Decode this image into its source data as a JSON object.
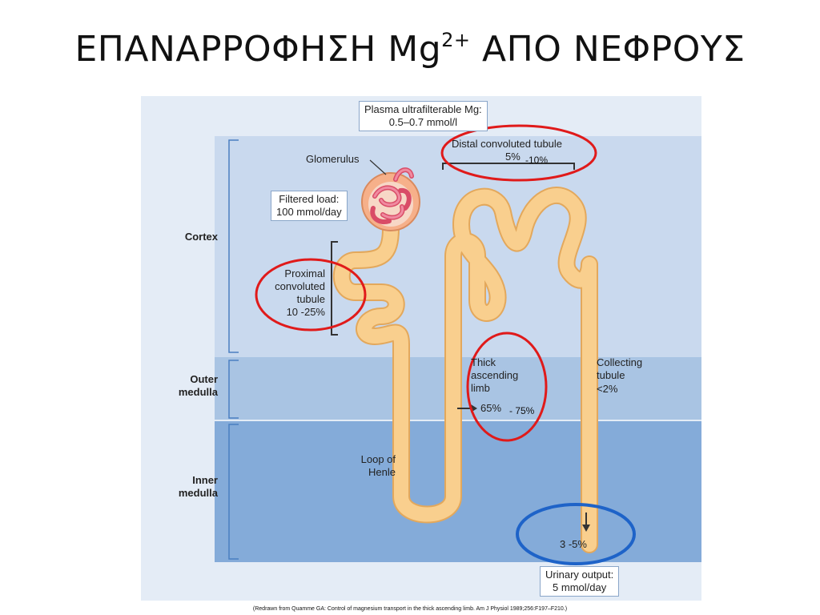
{
  "title": {
    "main": "ΕΠΑΝΑΡΡΟΦΗΣΗ Mg",
    "sup": "2+",
    "tail": " ΑΠΟ ΝΕΦΡΟΥΣ"
  },
  "zones": {
    "cortex": "Cortex",
    "outer_1": "Outer",
    "outer_2": "medulla",
    "inner_1": "Inner",
    "inner_2": "medulla"
  },
  "plasma_box": {
    "line1": "Plasma ultrafilterable Mg:",
    "line2": "0.5–0.7 mmol/l"
  },
  "filtered_box": {
    "line1": "Filtered load:",
    "line2": "100 mmol/day"
  },
  "urinary_box": {
    "line1": "Urinary output:",
    "line2": "5 mmol/day"
  },
  "glomerulus": "Glomerulus",
  "distal": {
    "label": "Distal convoluted tubule",
    "pct_printed": "5%",
    "pct_added": "-10%"
  },
  "proximal": {
    "line1": "Proximal",
    "line2": "convoluted",
    "line3": "tubule",
    "pct_prefix": "10 -",
    "pct": "25%"
  },
  "thick": {
    "line1": "Thick",
    "line2": "ascending",
    "line3": "limb",
    "pct": "65%",
    "pct_added": "- 75%"
  },
  "collecting": {
    "line1": "Collecting",
    "line2": "tubule",
    "pct": "<2%"
  },
  "loop": {
    "line1": "Loop of",
    "line2": "Henle"
  },
  "final": {
    "prefix": "3 -",
    "pct": "5%"
  },
  "caption": "(Redrawn from Quamme GA: Control of magnesium transport in the thick ascending limb. Am J Physiol 1989;256:F197–F210.)",
  "colors": {
    "tubule_fill": "#f9cf8e",
    "tubule_edge": "#e3a85c",
    "glomerulus": "#e8637a",
    "capsule": "#f6b08a",
    "red_circle": "#e01a1a",
    "blue_circle": "#1e63c8"
  }
}
